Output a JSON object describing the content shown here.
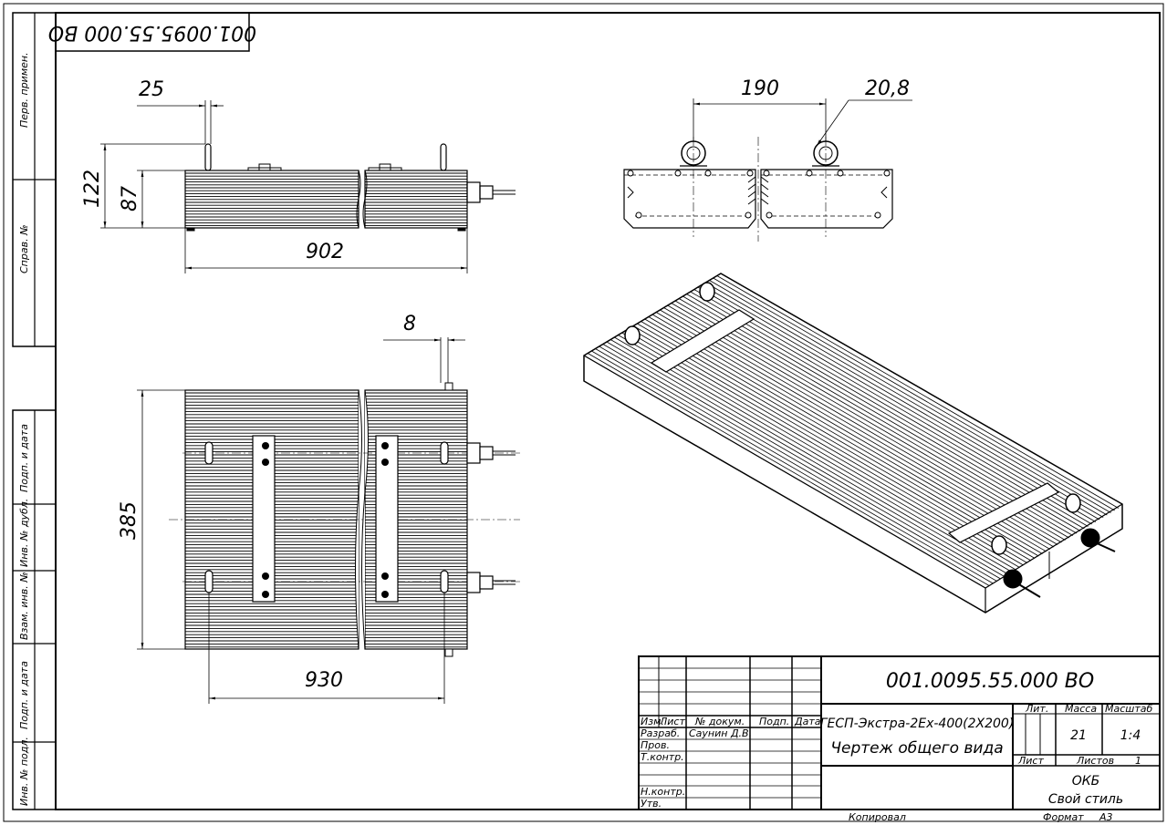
{
  "doc_number": "001.0095.55.000 ВО",
  "doc_number_rotated": "001.0095.55.000 ВО",
  "left_strip": {
    "perv_primen": "Перв. примен.",
    "sprav_no": "Справ. №",
    "podp_data_1": "Подп. и дата",
    "inv_dubl": "Инв. № дубл.",
    "vzam_inv": "Взам. инв. №",
    "podp_data_2": "Подп. и дата",
    "inv_podl": "Инв. № подл."
  },
  "dimensions": {
    "side_25": "25",
    "side_122": "122",
    "side_87": "87",
    "side_902": "902",
    "front_190": "190",
    "front_20_8": "20,8",
    "top_8": "8",
    "top_385": "385",
    "top_930": "930"
  },
  "title_block": {
    "col_izm": "Изм.",
    "col_list": "Лист",
    "col_doc": "№ докум.",
    "col_podp": "Подп.",
    "col_data": "Дата",
    "row_razrab": "Разраб.",
    "razrab_name": "Саунин Д.В.",
    "row_prov": "Пров.",
    "row_tkontr": "Т.контр.",
    "row_nkontr": "Н.контр.",
    "row_utv": "Утв.",
    "product_name": "ГЕСП-Экстра-2Ex-400(2X200)",
    "doc_name": "Чертеж общего вида",
    "lit_label": "Лит.",
    "mass_label": "Масса",
    "scale_label": "Масштаб",
    "mass_value": "21",
    "scale_value": "1:4",
    "sheet_label": "Лист",
    "sheets_label": "Листов",
    "sheets_value": "1",
    "org_line1": "ОКБ",
    "org_line2": "Свой стиль"
  },
  "footer": {
    "copied": "Копировал",
    "format_label": "Формат",
    "format_value": "A3"
  }
}
